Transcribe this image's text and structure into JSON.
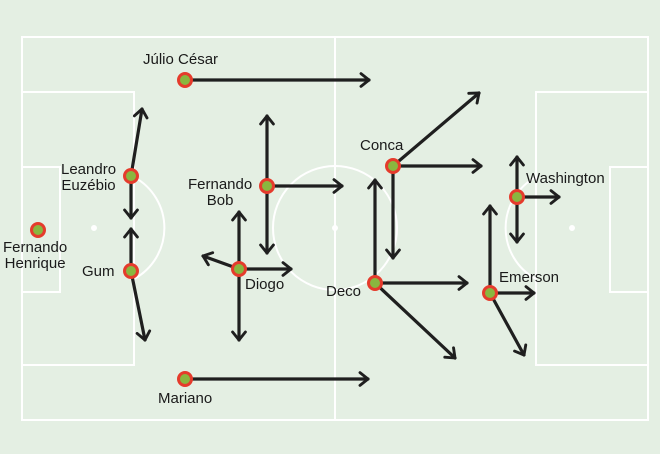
{
  "colors": {
    "background": "#e4efe3",
    "pitch_lines": "#ffffff",
    "arrow": "#1f1f1f",
    "marker_fill": "#8ab63f",
    "marker_ring": "#e53b2c",
    "text": "#1a1a1a"
  },
  "players": {
    "julio_cesar": {
      "name": "Júlio César"
    },
    "leandro_euzebio": {
      "line1": "Leandro",
      "line2": "Euzébio"
    },
    "fernando_henrique": {
      "line1": "Fernando",
      "line2": "Henrique"
    },
    "gum": {
      "name": "Gum"
    },
    "fernando_bob": {
      "line1": "Fernando",
      "line2": "Bob"
    },
    "diogo": {
      "name": "Diogo"
    },
    "mariano": {
      "name": "Mariano"
    },
    "conca": {
      "name": "Conca"
    },
    "deco": {
      "name": "Deco"
    },
    "washington": {
      "name": "Washington"
    },
    "emerson": {
      "name": "Emerson"
    }
  }
}
